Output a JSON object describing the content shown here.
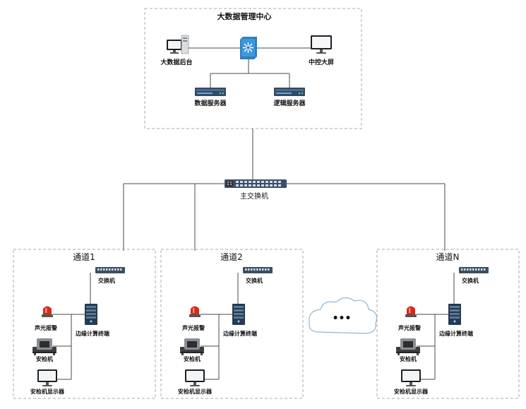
{
  "center": {
    "title": "大数据管理中心",
    "backend_label": "大数据后台",
    "screen_label": "中控大屏",
    "data_server_label": "数据服务器",
    "logic_server_label": "逻辑服务器"
  },
  "main_switch_label": "主交换机",
  "channels": [
    {
      "title": "通道1",
      "switch_label": "交换机",
      "edge_label": "边缘计算终端",
      "alarm_label": "声光报警",
      "xray_label": "安检机",
      "display_label": "安检机显示器"
    },
    {
      "title": "通道2",
      "switch_label": "交换机",
      "edge_label": "边缘计算终端",
      "alarm_label": "声光报警",
      "xray_label": "安检机",
      "display_label": "安检机显示器"
    },
    {
      "title": "通道N",
      "switch_label": "交换机",
      "edge_label": "边缘计算终端",
      "alarm_label": "声光报警",
      "xray_label": "安检机",
      "display_label": "安检机显示器"
    }
  ],
  "cloud": {
    "text": "•••"
  },
  "colors": {
    "line": "#4a4a4a",
    "dash": "#aaaaaa",
    "device_dark": "#2f4a68",
    "alarm": "#d62a1c",
    "core_switch": "#2b7fc1"
  }
}
